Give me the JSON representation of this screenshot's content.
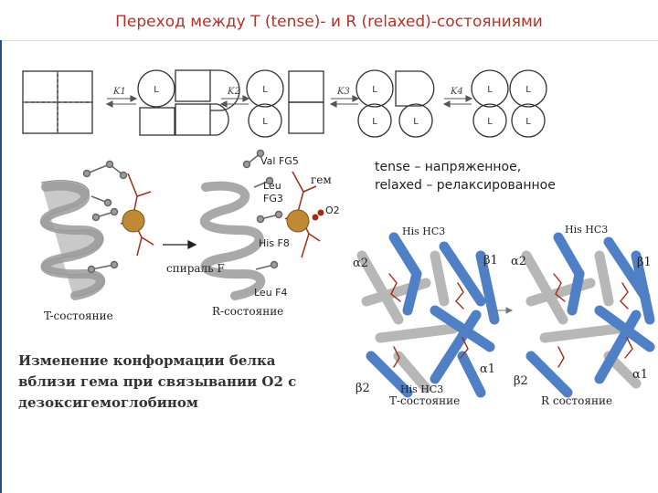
{
  "title": "Переход между T (tense)- и R (relaxed)-состояниями",
  "scheme": {
    "k_labels": [
      "K1",
      "K2",
      "K3",
      "K4"
    ],
    "ligand_label": "L"
  },
  "heme_panel": {
    "labels": {
      "val": "Val FG5",
      "gem": "гем",
      "leu1": "Leu",
      "fg3": "FG3",
      "o2": "O2",
      "his": "His F8",
      "spiral": "спираль F",
      "leu2": "Leu F4",
      "t_state": "T-состояние",
      "r_state": "R-состояние"
    }
  },
  "note": {
    "line1": "tense – напряженное,",
    "line2": "relaxed – релаксированное"
  },
  "caption": {
    "line1": "Изменение конформации белка",
    "line2": "вблизи гема при связывании O2 с",
    "line3": "дезоксигемоглобином"
  },
  "structure_panel": {
    "his_hc3_top_left": "His HC3",
    "his_hc3_top_right": "His HC3",
    "a2_left": "α2",
    "b1_left": "β1",
    "a1_left": "α1",
    "b2_left": "β2",
    "his_hc3_bottom": "His HC3",
    "t_state": "Т-состояние",
    "a2_right": "α2",
    "b1_right": "β1",
    "b2_right": "β2",
    "a1_right": "α1",
    "r_state": "R состояние"
  },
  "colors": {
    "title": "#b5322a",
    "accent_bar": "#1f4e8c",
    "helix_blue": "#4f7fc4",
    "helix_gray": "#b7b7b7",
    "heme_red": "#a32a1a",
    "iron_gold": "#c08a35"
  }
}
